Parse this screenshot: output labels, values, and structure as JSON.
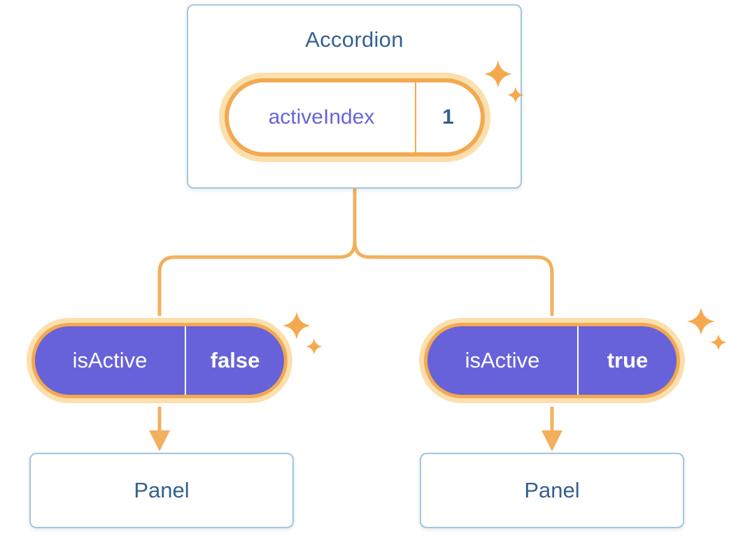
{
  "accordion": {
    "title": "Accordion",
    "state": {
      "label": "activeIndex",
      "value": "1"
    }
  },
  "children": [
    {
      "prop": {
        "label": "isActive",
        "value": "false"
      },
      "panel": "Panel"
    },
    {
      "prop": {
        "label": "isActive",
        "value": "true"
      },
      "panel": "Panel"
    }
  ],
  "colors": {
    "card_border": "#a4c6dd",
    "navy": "#35618e",
    "orange": "#f3a952",
    "orange_glow": "#fbe0ae",
    "connector": "#f2b05e",
    "indigo": "#6a64d9",
    "indigo_fill": "#6762d9",
    "sparkle": "#f5a94f"
  }
}
